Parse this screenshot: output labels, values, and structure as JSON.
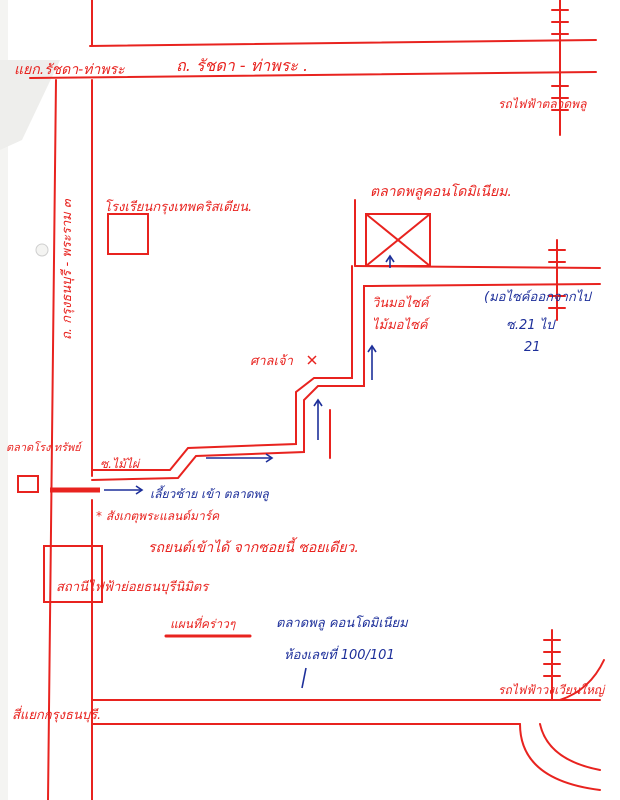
{
  "colors": {
    "ink_red": "#e8231f",
    "ink_blue": "#1d2f9a",
    "paper": "#ffffff"
  },
  "roads": {
    "top_left": "แยก.รัชดา-ท่าพระ",
    "top_right": "ถ. รัชดา - ท่าพระ .",
    "left_vertical": "ถ. กรุงธนบุรี - พระราม ๓",
    "bus_top_right": "รถไฟฟ้าตลาดพลู",
    "bus_bottom_right": "รถไฟฟ้าวงเวียนใหญ่",
    "bottom_left": "สี่แยกกรุงธนบุรี."
  },
  "landmarks": {
    "school": "โรงเรียนกรุงเทพคริสเตียน.",
    "market": "ตลาดพลูคอนโดมิเนียม.",
    "condo_short": "ไม้มอไซค์",
    "community": "วินมอไซค์",
    "mot_label": "(มอไซค์ออกจากไป",
    "mot_label_2": "ซ.21 ไป",
    "number_21": "21",
    "fork_label": "ศาลเจ้า",
    "soi_label": "ซ.ไม้ไผ่",
    "turn_label": "เลี้ยวซ้าย เข้า ตลาดพลู",
    "note_star": "* สังเกตุพระแลนด์มาร์ค",
    "direction_note": "รถยนต์เข้าได้ จากซอยนี้ ซอยเดียว.",
    "power_office": "สถานีไฟฟ้าย่อยธนบุรีนิมิตร",
    "tree_label": "ตลาดโรง ทรัพย์",
    "legend_title": "แผนที่คร่าวๆ",
    "address_line1": "ตลาดพลู คอนโดมิเนียม",
    "address_line2": "ห้องเลขที่ 100/101"
  }
}
